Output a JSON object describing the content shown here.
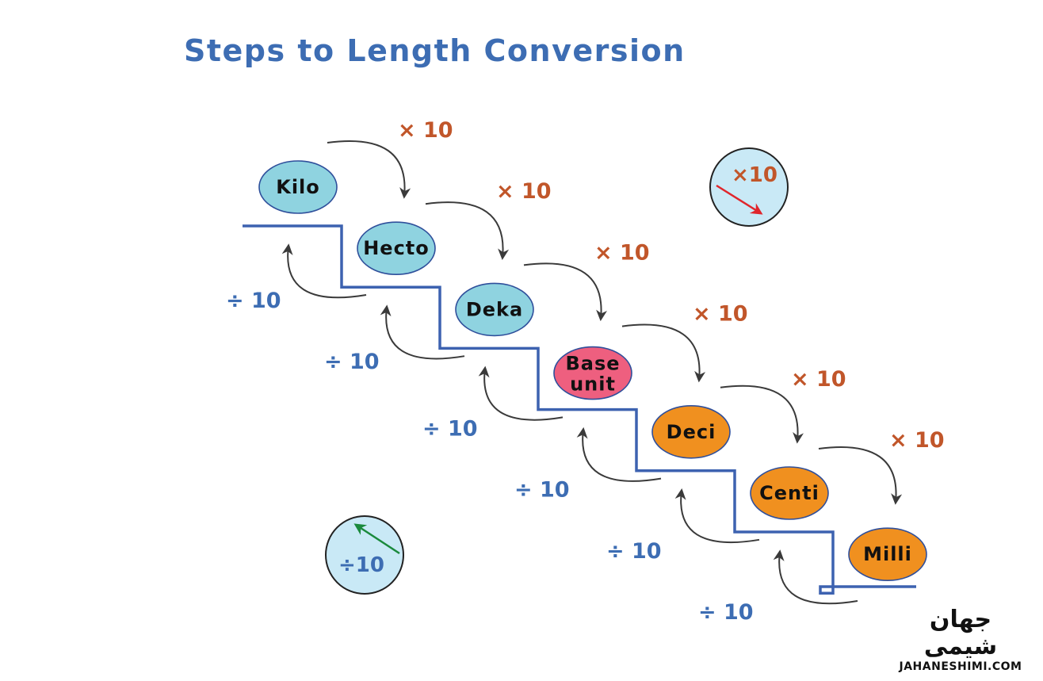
{
  "title": "Steps to Length Conversion",
  "units": [
    "Kilo",
    "Hecto",
    "Deka",
    "Base unit",
    "Deci",
    "Centi",
    "Milli"
  ],
  "multiply_label": "× 10",
  "divide_label": "÷ 10",
  "legend": {
    "multiply": "×10",
    "divide": "÷10"
  },
  "logo": {
    "mark": "جهان شیمی",
    "url": "JAHANESHIMI.COM"
  },
  "colors": {
    "prefix_big": "#8fd3e0",
    "base": "#ee5f7f",
    "prefix_small": "#f0901f",
    "stairs": "#3d62b0",
    "multiply": "#c1562a",
    "divide": "#3d6db3",
    "legend_fill": "#c9e9f6",
    "legend_multiply_arrow": "#e0262c",
    "legend_divide_arrow": "#1a8a3c"
  }
}
